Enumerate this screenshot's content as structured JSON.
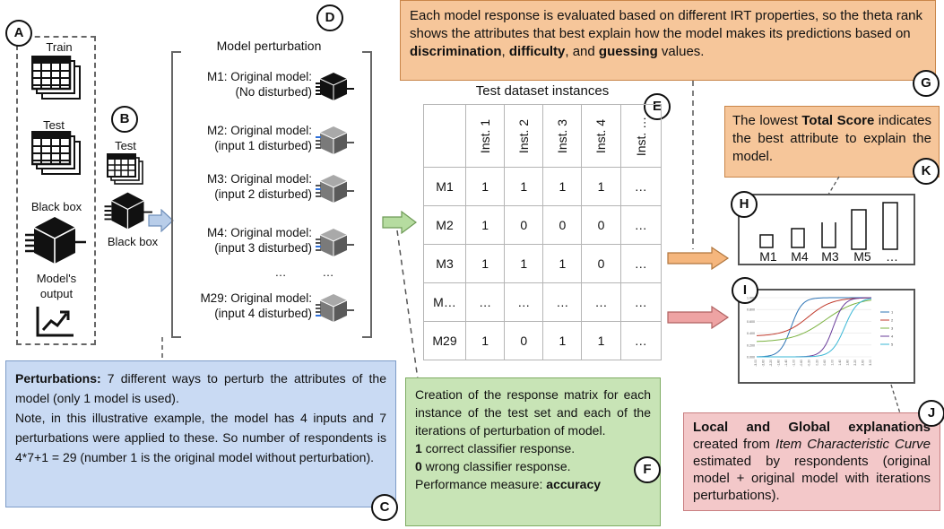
{
  "labels": {
    "A": "A",
    "B": "B",
    "C": "C",
    "D": "D",
    "E": "E",
    "F": "F",
    "G": "G",
    "H": "H",
    "I": "I",
    "J": "J",
    "K": "K"
  },
  "panel_a": {
    "train": "Train",
    "test": "Test",
    "black_box": "Black box",
    "output_line1": "Model's",
    "output_line2": "output"
  },
  "panel_b": {
    "test": "Test",
    "black_box": "Black box"
  },
  "perturbation": {
    "title": "Model perturbation",
    "models": [
      {
        "line1": "M1: Original model:",
        "line2": "(No disturbed)"
      },
      {
        "line1": "M2: Original model:",
        "line2": "(input 1 disturbed)"
      },
      {
        "line1": "M3: Original model:",
        "line2": "(input 2 disturbed)"
      },
      {
        "line1": "M4: Original model:",
        "line2": "(input 3 disturbed)"
      },
      {
        "line1": "M29: Original model:",
        "line2": "(input 4 disturbed)"
      }
    ],
    "ellipsis1": "…",
    "ellipsis2": "…"
  },
  "table": {
    "title": "Test dataset instances",
    "headers": [
      "",
      "Inst. 1",
      "Inst. 2",
      "Inst. 3",
      "Inst. 4",
      "Inst. …"
    ],
    "rows": [
      [
        "M1",
        "1",
        "1",
        "1",
        "1",
        "…"
      ],
      [
        "M2",
        "1",
        "0",
        "0",
        "0",
        "…"
      ],
      [
        "M3",
        "1",
        "1",
        "1",
        "0",
        "…"
      ],
      [
        "M…",
        "…",
        "…",
        "…",
        "…",
        "…"
      ],
      [
        "M29",
        "1",
        "0",
        "1",
        "1",
        "…"
      ]
    ]
  },
  "note_c": {
    "bold": "Perturbations:",
    "text1": " 7 different ways to perturb the attributes of the model (only 1 model is used).",
    "text2": "Note, in this illustrative example, the model has 4 inputs and 7 perturbations were applied to these. So number of respondents is 4*7+1 = 29 (number 1 is the original model without perturbation)."
  },
  "note_f": {
    "text1": "Creation of the response matrix for each instance of the test set and each of the iterations of perturbation of model.",
    "bold1": "1",
    "text2": " correct classifier response.",
    "bold2": "0",
    "text3": " wrong classifier response.",
    "text4": "Performance measure: ",
    "bold3": "accuracy"
  },
  "note_g": {
    "text1": "Each model response is evaluated based on different IRT properties, so the theta rank shows the attributes that best explain how the model makes its predictions based on ",
    "bold1": "discrimination",
    "text2": ", ",
    "bold2": "difficulty",
    "text3": ", and ",
    "bold3": "guessing",
    "text4": " values."
  },
  "note_k": {
    "text1": "The lowest ",
    "bold1": "Total Score",
    "text2": " indicates the best attribute to explain the model."
  },
  "note_j": {
    "bold1": "Local and Global explanations",
    "text1": " created from ",
    "italic1": "Item Characteristic Curve",
    "text2": " estimated by respondents (original model + original model with iterations perturbations)."
  },
  "rank_chart": {
    "categories": [
      "M1",
      "M4",
      "M3",
      "M5",
      "…"
    ]
  },
  "icc_chart": {
    "y_ticks": [
      "1.000",
      "0.800",
      "0.600",
      "0.400",
      "0.200",
      "0.000"
    ],
    "x_ticks": [
      "-3.00",
      "-2.60",
      "-2.20",
      "-1.80",
      "-1.40",
      "-1.00",
      "-0.60",
      "-0.20",
      "0.20",
      "0.60",
      "1.00",
      "1.40",
      "1.80",
      "2.20",
      "2.60",
      "3.00"
    ],
    "series": [
      {
        "name": "1",
        "color": "#2e75b6"
      },
      {
        "name": "2",
        "color": "#c0392b"
      },
      {
        "name": "3",
        "color": "#7cb342"
      },
      {
        "name": "4",
        "color": "#6a3d9a"
      },
      {
        "name": "5",
        "color": "#3ab7d6"
      }
    ]
  },
  "colors": {
    "blue_note": "#c9daf3",
    "green_note": "#c8e4b6",
    "orange_note": "#f6c69a",
    "pink_note": "#f3c8c9",
    "arrow_blue": "#b8cde9",
    "arrow_green": "#b6dca0",
    "arrow_orange": "#f5b67d",
    "arrow_pink": "#eea3a3"
  }
}
